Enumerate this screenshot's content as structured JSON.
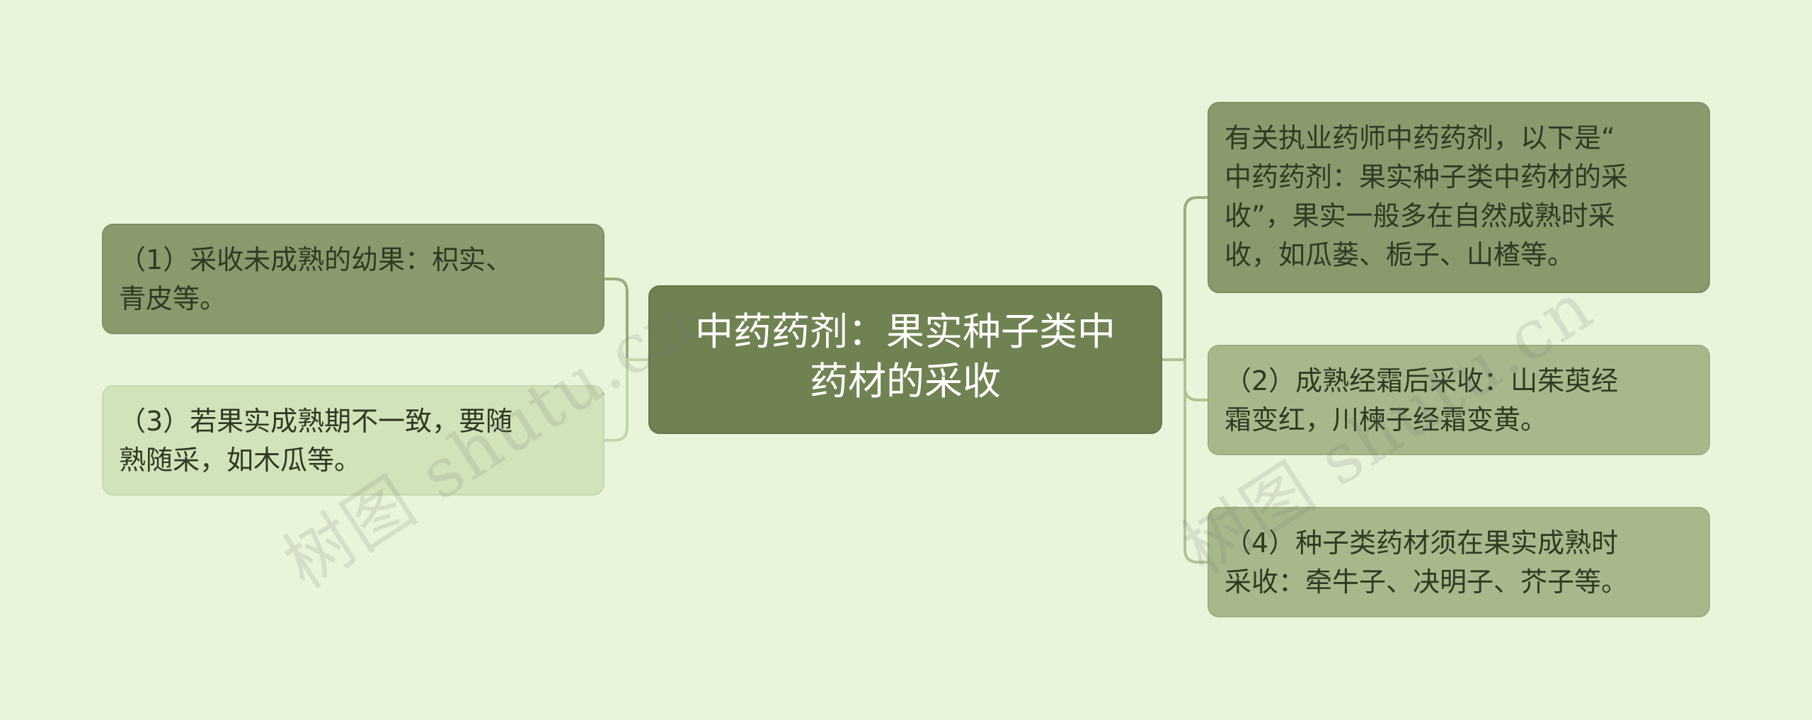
{
  "mindmap": {
    "center": {
      "label": "中药药剂：果实种子类中\n药材的采收"
    },
    "left_branches": [
      {
        "label": "（1）采收未成熟的幼果：枳实、\n青皮等。",
        "color": "#8b9a6c"
      },
      {
        "label": "（3）若果实成熟期不一致，要随\n熟随采，如木瓜等。",
        "color": "#d1e3ba"
      }
    ],
    "right_branches": [
      {
        "label": "有关执业药师中药药剂，以下是“\n中药药剂：果实种子类中药材的采\n收”，果实一般多在自然成熟时采\n收，如瓜蒌、栀子、山楂等。",
        "color": "#8b9a6c"
      },
      {
        "label": "（2）成熟经霜后采收：山茱萸经\n霜变红，川楝子经霜变黄。",
        "color": "#a7b98a"
      },
      {
        "label": "（4）种子类药材须在果实成熟时\n采收：牵牛子、决明子、芥子等。",
        "color": "#a7b98a"
      }
    ]
  },
  "watermark": {
    "text": "树图 shutu.cn"
  },
  "colors": {
    "background": "#e8f5db",
    "center": "#708252",
    "connector": "#b5c79a"
  }
}
